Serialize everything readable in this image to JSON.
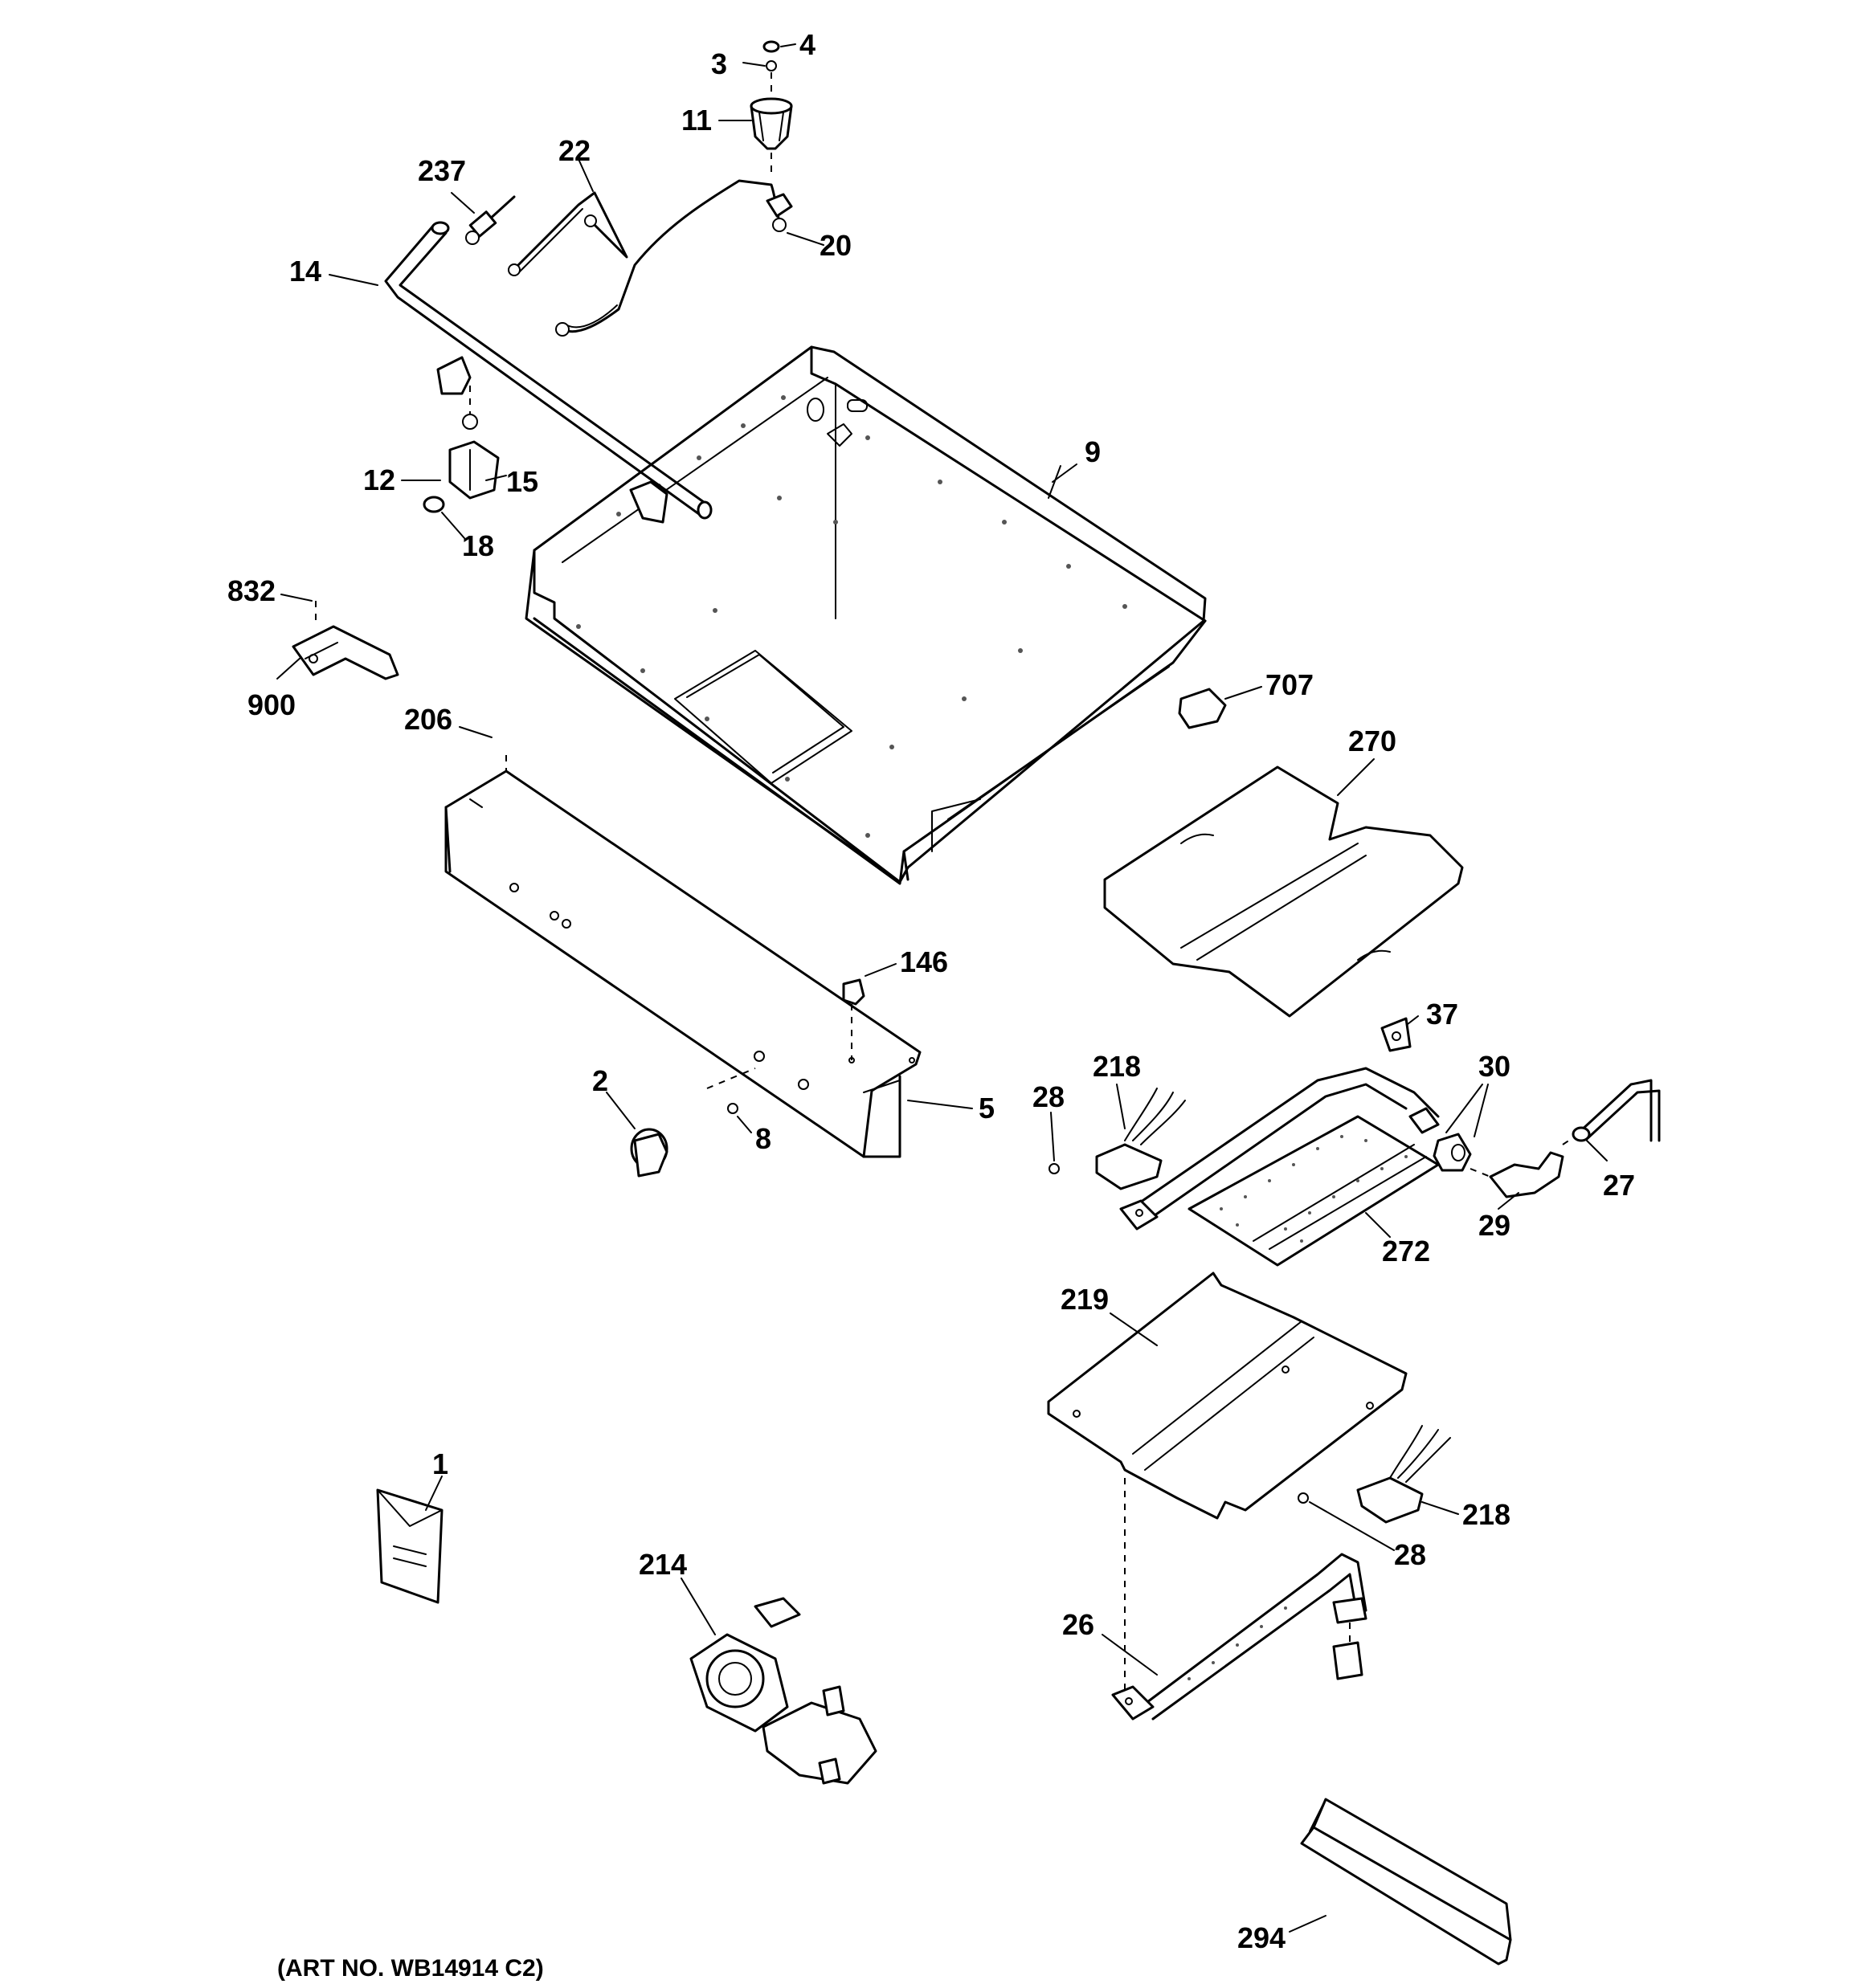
{
  "art_number": "(ART NO. WB14914 C2)",
  "callouts": [
    {
      "id": "p4",
      "text": "4"
    },
    {
      "id": "p3",
      "text": "3"
    },
    {
      "id": "p11",
      "text": "11"
    },
    {
      "id": "p22",
      "text": "22"
    },
    {
      "id": "p237",
      "text": "237"
    },
    {
      "id": "p20",
      "text": "20"
    },
    {
      "id": "p14",
      "text": "14"
    },
    {
      "id": "p9",
      "text": "9"
    },
    {
      "id": "p12",
      "text": "12"
    },
    {
      "id": "p15",
      "text": "15"
    },
    {
      "id": "p18",
      "text": "18"
    },
    {
      "id": "p832",
      "text": "832"
    },
    {
      "id": "p900",
      "text": "900"
    },
    {
      "id": "p707",
      "text": "707"
    },
    {
      "id": "p206",
      "text": "206"
    },
    {
      "id": "p270",
      "text": "270"
    },
    {
      "id": "p146",
      "text": "146"
    },
    {
      "id": "p37",
      "text": "37"
    },
    {
      "id": "p218a",
      "text": "218"
    },
    {
      "id": "p30",
      "text": "30"
    },
    {
      "id": "p2",
      "text": "2"
    },
    {
      "id": "p28a",
      "text": "28"
    },
    {
      "id": "p5",
      "text": "5"
    },
    {
      "id": "p8",
      "text": "8"
    },
    {
      "id": "p27",
      "text": "27"
    },
    {
      "id": "p29",
      "text": "29"
    },
    {
      "id": "p272",
      "text": "272"
    },
    {
      "id": "p219",
      "text": "219"
    },
    {
      "id": "p1",
      "text": "1"
    },
    {
      "id": "p218b",
      "text": "218"
    },
    {
      "id": "p214",
      "text": "214"
    },
    {
      "id": "p28b",
      "text": "28"
    },
    {
      "id": "p26",
      "text": "26"
    },
    {
      "id": "p294",
      "text": "294"
    }
  ]
}
